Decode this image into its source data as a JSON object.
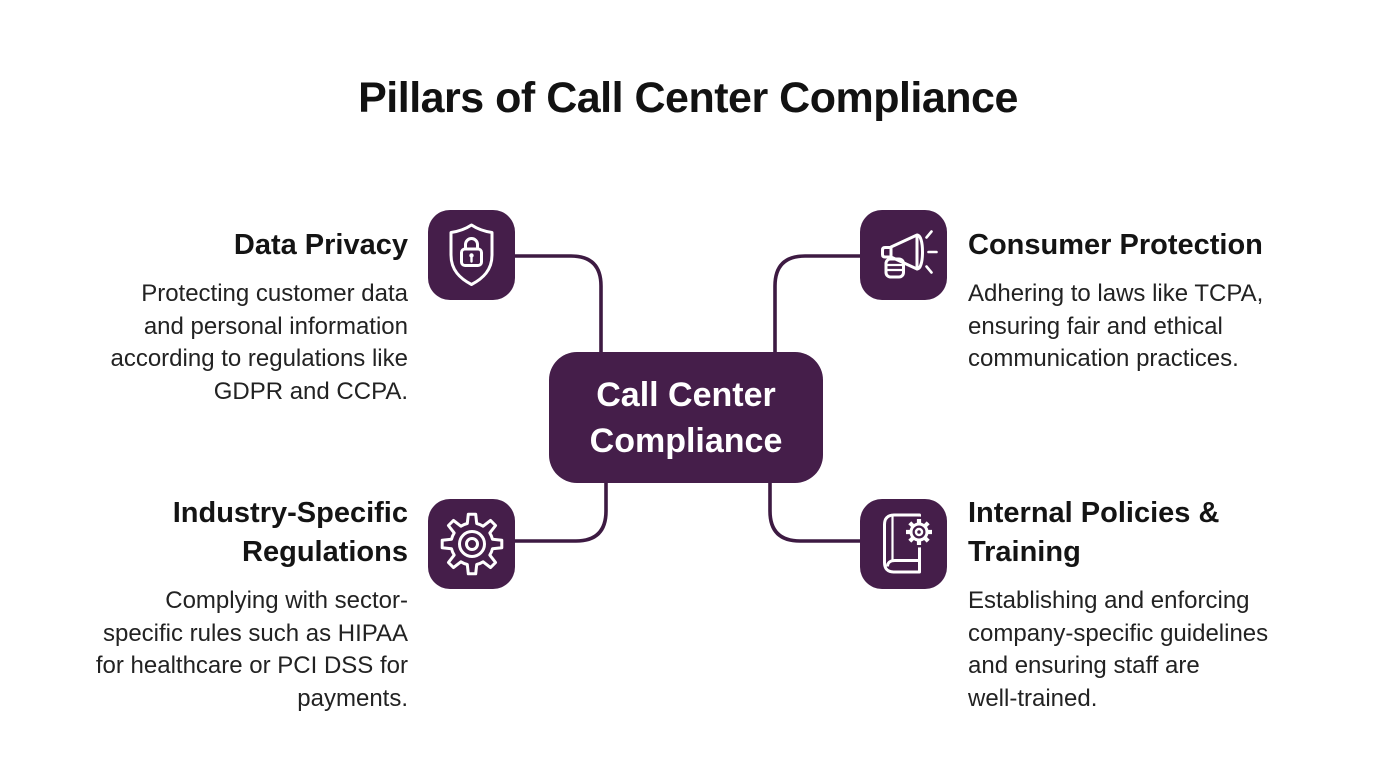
{
  "title": "Pillars of Call Center Compliance",
  "center_node": {
    "label": "Call Center\nCompliance"
  },
  "colors": {
    "purple": "#451e4a",
    "connector": "#3d1a42",
    "heading_text": "#141414",
    "body_text": "#222222",
    "icon_stroke": "#ffffff",
    "background": "#ffffff"
  },
  "pillars": [
    {
      "id": "data-privacy",
      "position": "top-left",
      "icon": "shield-lock-icon",
      "title": "Data Privacy",
      "description": "Protecting customer data\nand personal information\naccording to regulations like\nGDPR and CCPA."
    },
    {
      "id": "consumer-protection",
      "position": "top-right",
      "icon": "megaphone-icon",
      "title": "Consumer Protection",
      "description": "Adhering to laws like TCPA,\nensuring fair and ethical\ncommunication practices."
    },
    {
      "id": "industry-specific-regulations",
      "position": "bottom-left",
      "icon": "gear-icon",
      "title": "Industry-Specific\nRegulations",
      "description": "Complying with sector-\nspecific rules such as HIPAA\nfor healthcare or PCI DSS for\npayments."
    },
    {
      "id": "internal-policies-training",
      "position": "bottom-right",
      "icon": "book-gear-icon",
      "title": "Internal Policies &\nTraining",
      "description": "Establishing and enforcing\ncompany-specific guidelines\nand ensuring staff are\nwell-trained."
    }
  ]
}
